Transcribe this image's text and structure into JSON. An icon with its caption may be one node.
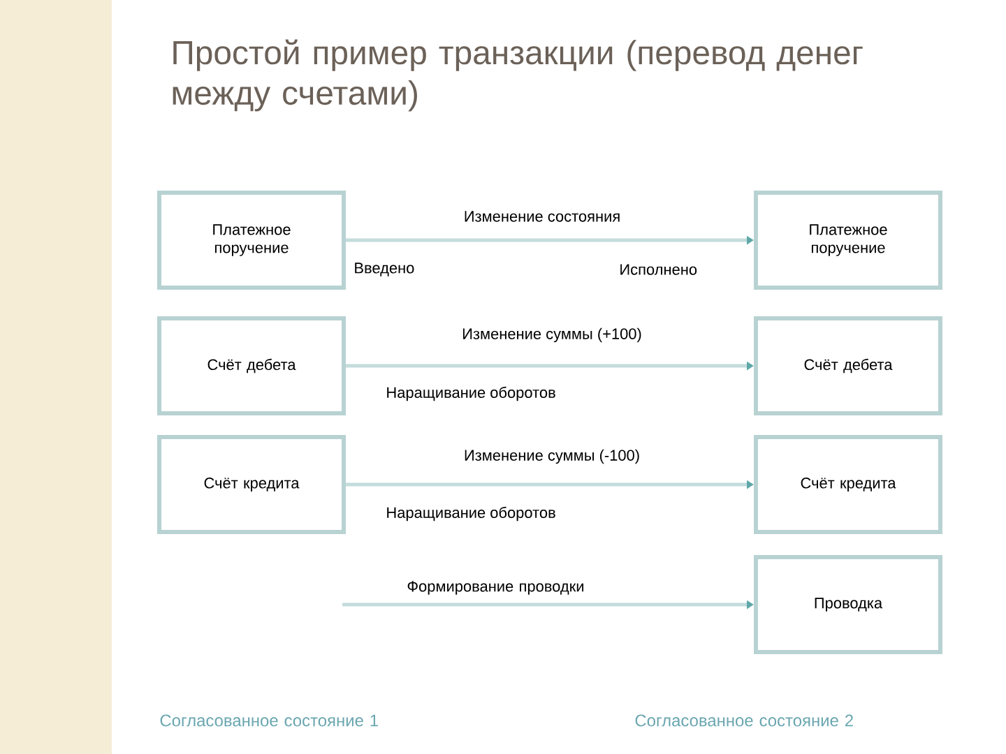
{
  "diagram": {
    "title": "Простой пример транзакции (перевод денег между счетами)",
    "nodes": [
      {
        "text": [
          "Платежное поручение"
        ]
      },
      {
        "text": [
          "Платежное поручение"
        ]
      },
      {
        "text": [
          "Счёт дебета"
        ]
      },
      {
        "text": [
          "Счёт дебета"
        ]
      },
      {
        "text": [
          "Счёт кредита"
        ]
      },
      {
        "text": [
          "Счёт кредита"
        ]
      },
      {
        "text": [
          "Проводка"
        ]
      }
    ],
    "edges": [
      {
        "from": 0,
        "to": 1,
        "arrow": "to",
        "label": "Изменение состояния"
      },
      {
        "from": 2,
        "to": 3,
        "arrow": "to",
        "label": "Изменение суммы (+100)"
      },
      {
        "from": 4,
        "to": 5,
        "arrow": "to",
        "label": "Изменение суммы (-100)"
      },
      {
        "from": null,
        "to": 6,
        "arrow": "to",
        "label": "Формирование проводки"
      }
    ],
    "labels": [
      "Введено",
      "Исполнено",
      "Наращивание оборотов",
      "Наращивание оборотов",
      "Согласованное состояние 1",
      "Согласованное состояние 2"
    ]
  }
}
